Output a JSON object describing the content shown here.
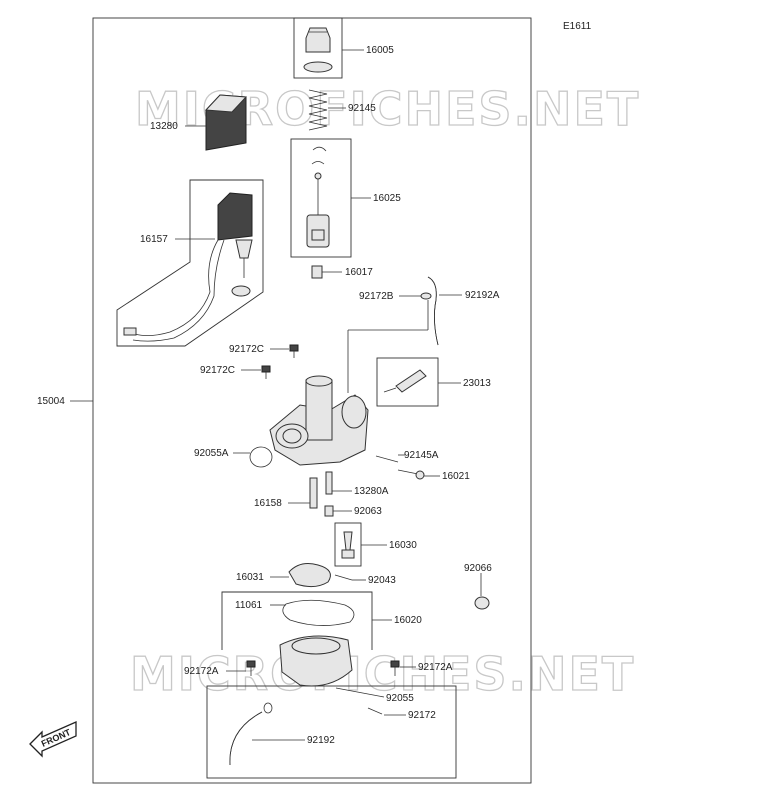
{
  "diagram_id": "E1611",
  "watermark": "MICROFICHES.NET",
  "front_label": "FRONT",
  "parts": {
    "p16005": "16005",
    "p92145": "92145",
    "p13280": "13280",
    "p16025": "16025",
    "p16157": "16157",
    "p16017": "16017",
    "p92172B": "92172B",
    "p92192A": "92192A",
    "p92172C_a": "92172C",
    "p92172C_b": "92172C",
    "p15004": "15004",
    "p23013": "23013",
    "p92055A": "92055A",
    "p92145A": "92145A",
    "p16021": "16021",
    "p16158": "16158",
    "p13280A": "13280A",
    "p92063": "92063",
    "p16030": "16030",
    "p92066": "92066",
    "p16031": "16031",
    "p92043": "92043",
    "p11061": "11061",
    "p16020": "16020",
    "p92172A_l": "92172A",
    "p92172A_r": "92172A",
    "p92055": "92055",
    "p92172": "92172",
    "p92192": "92192"
  }
}
